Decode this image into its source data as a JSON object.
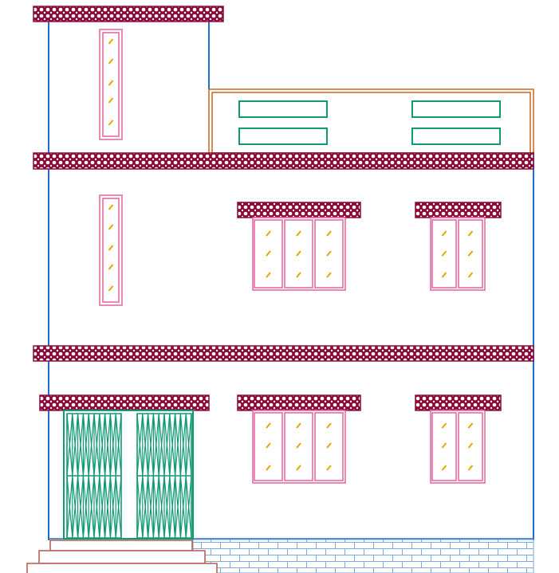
{
  "drawing": {
    "kind": "building-front-elevation",
    "floors": 2,
    "stair_tower": true,
    "hatch_patterns": [
      "circle-hatch-lintel",
      "brick-plinth"
    ],
    "colors": {
      "background": "#ffffff",
      "wall_outline": "#1f6fd0",
      "lintel": "#8b0a3a",
      "window_frame": "#e2629e",
      "glass_mark": "#e0a800",
      "vent_and_grill": "#0f9a72",
      "parapet": "#c8661e",
      "brick": "#7aa8dc",
      "steps": "#b35a4a"
    }
  }
}
